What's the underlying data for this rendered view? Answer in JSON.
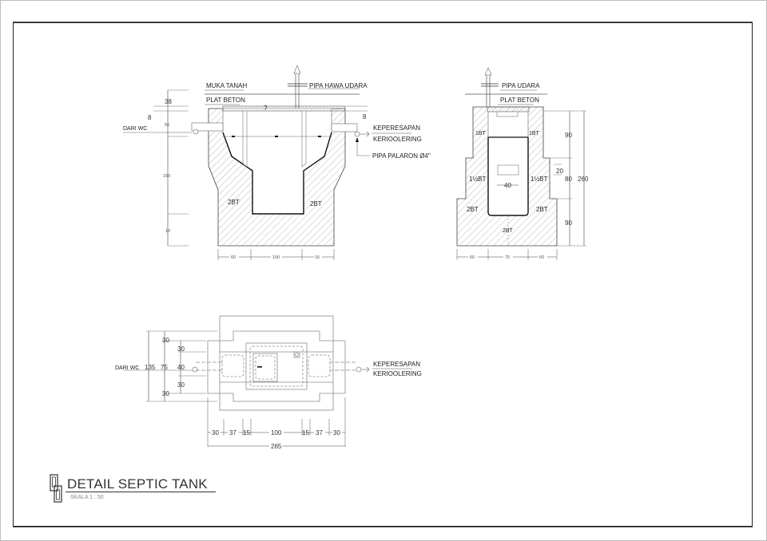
{
  "drawing": {
    "title": "DETAIL SEPTIC TANK",
    "scale": "SKALA 1 : 50",
    "logo_icon": "septic-logo-icon"
  },
  "section_a": {
    "labels": {
      "muka_tanah": "MUKA TANAH",
      "pipa_hawa_udara": "PIPA HAWA UDARA",
      "plat_beton": "PLAT BETON",
      "dari_wc": "DARI WC",
      "keperesapan": "KEPERESAPAN",
      "kerioolering": "KERIOOLERING",
      "pipa_palaron": "PIPA PALARON Ø4\"",
      "question_mark": "?",
      "wall_left": "2BT",
      "wall_right": "2BT"
    },
    "vertical_dims": [
      "38",
      "8",
      "50",
      "150",
      "10"
    ],
    "right_dim": "8",
    "horizontal_dims": [
      "60",
      "100",
      "15"
    ]
  },
  "section_b": {
    "labels": {
      "pipa_udara": "PIPA UDARA",
      "plat_beton": "PLAT BETON",
      "wall_top_left": "1BT",
      "wall_top_right": "1BT",
      "wall_mid_left": "1½BT",
      "wall_mid_right": "1½BT",
      "wall_bottom_left": "2BT",
      "wall_bottom_right": "2BT",
      "floor": "2BT"
    },
    "vertical_dims": [
      "90",
      "20",
      "80",
      "90"
    ],
    "total_height": "260",
    "opening_width": "40",
    "horizontal_dims": [
      "60",
      "75",
      "60"
    ]
  },
  "plan_view": {
    "labels": {
      "dari_wc": "DARI WC",
      "keperesapan": "KEPERESAPAN",
      "kerioolering": "KERIOOLERING",
      "manhole_mark": "—"
    },
    "vertical_dims": [
      "30",
      "30",
      "40",
      "30",
      "30"
    ],
    "vertical_totals": [
      "135",
      "75"
    ],
    "horizontal_dims": [
      "30",
      "37",
      "15",
      "100",
      "15",
      "37",
      "30"
    ],
    "horizontal_total": "265"
  },
  "colors": {
    "line": "#222222",
    "light_line": "#8a8a8a",
    "hatch": "#9a9a9a",
    "frame": "#222222",
    "sheet_border": "#bdbdbd"
  }
}
